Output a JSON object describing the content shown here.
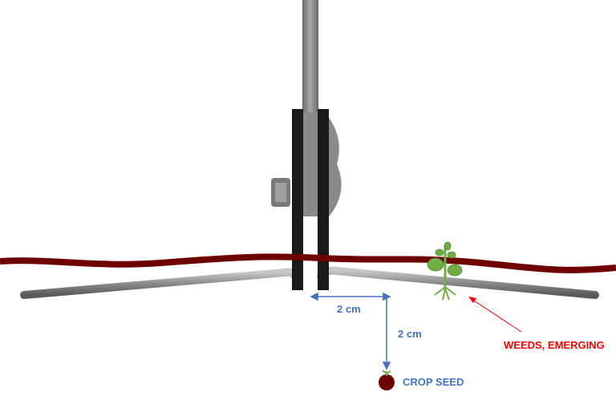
{
  "labels": {
    "horizontal_distance": "2 cm",
    "vertical_distance": "2 cm",
    "crop_seed": "CROP SEED",
    "weeds": "WEEDS, EMERGING"
  },
  "colors": {
    "soil_line": "#6e0000",
    "dimension": "#4472c4",
    "weed_label": "#ff0000",
    "plant": "#70ad47",
    "tine": "#8c8c8c",
    "frame": "#1a1a1a"
  }
}
